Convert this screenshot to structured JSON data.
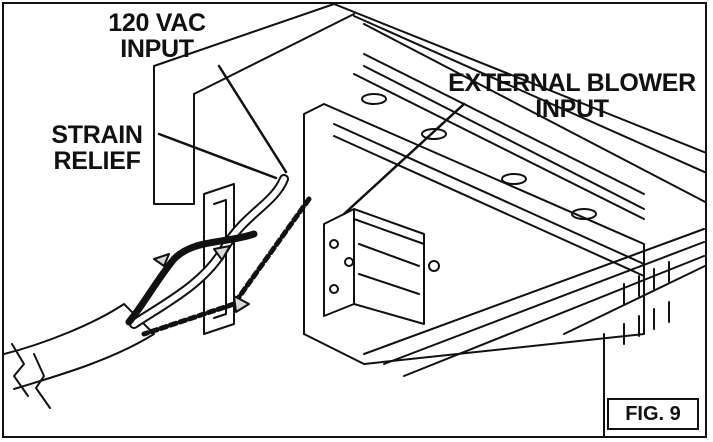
{
  "labels": {
    "vac_input": [
      "120 VAC",
      "INPUT"
    ],
    "strain_relief": [
      "STRAIN",
      "RELIEF"
    ],
    "external_blower": [
      "EXTERNAL BLOWER",
      "INPUT"
    ]
  },
  "figure_label": "FIG. 9",
  "colors": {
    "line": "#111111",
    "fill": "#ffffff",
    "shade": "#d9d9d9"
  }
}
